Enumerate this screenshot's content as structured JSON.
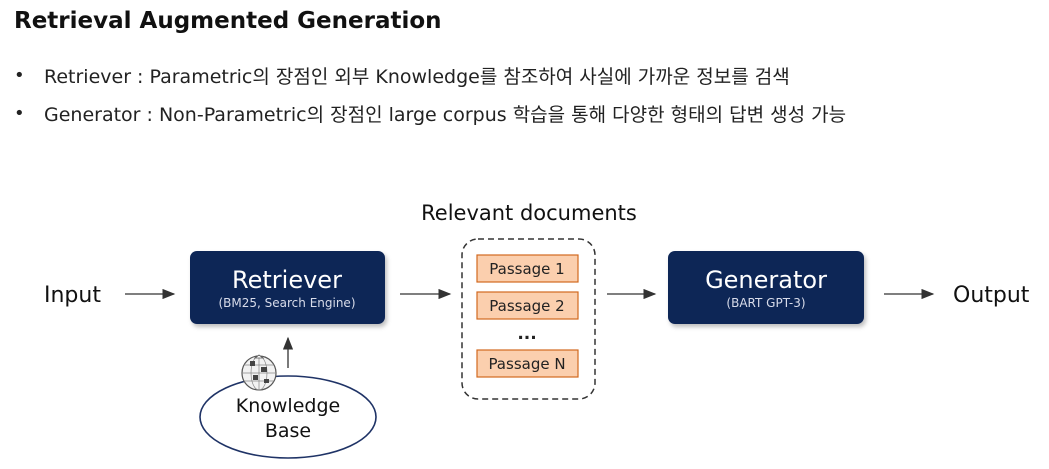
{
  "title": "Retrieval Augmented Generation",
  "bullets": [
    "Retriever : Parametric의 장점인 외부 Knowledge를 참조하여 사실에 가까운 정보를 검색",
    "Generator : Non-Parametric의 장점인 large corpus 학습을 통해 다양한 형태의 답변 생성 가능"
  ],
  "diagram": {
    "input_label": "Input",
    "output_label": "Output",
    "retriever": {
      "title": "Retriever",
      "subtitle": "(BM25, Search Engine)"
    },
    "generator": {
      "title": "Generator",
      "subtitle": "(BART GPT-3)"
    },
    "documents": {
      "label": "Relevant documents",
      "passages": [
        "Passage 1",
        "Passage 2",
        "Passage N"
      ],
      "ellipsis": "..."
    },
    "knowledge_base": {
      "line1": "Knowledge",
      "line2": "Base",
      "icon": "wikipedia-globe-icon"
    }
  },
  "colors": {
    "box_fill": "#0d2557",
    "passage_fill": "#fbcfae",
    "passage_stroke": "#d2691e",
    "arrow": "#333333"
  }
}
